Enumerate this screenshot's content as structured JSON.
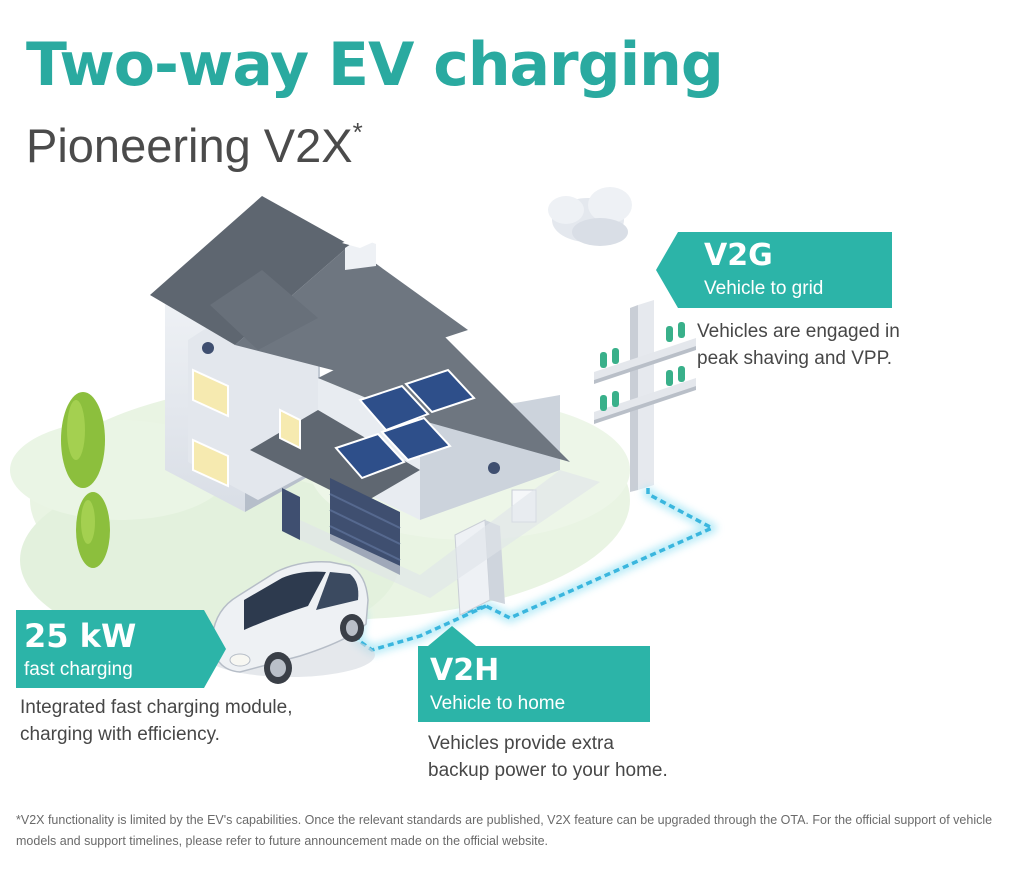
{
  "heading": {
    "title": "Two-way EV charging",
    "subtitle": "Pioneering V2X",
    "subtitle_mark": "*"
  },
  "v2g": {
    "label": "V2G",
    "sublabel": "Vehicle to grid",
    "description_line1": "Vehicles are engaged in",
    "description_line2": "peak shaving and VPP."
  },
  "fast_charging": {
    "label": "25 kW",
    "sublabel": "fast charging",
    "description_line1": "Integrated fast charging module,",
    "description_line2": "charging with efficiency."
  },
  "v2h": {
    "label": "V2H",
    "sublabel": "Vehicle to home",
    "description_line1": "Vehicles provide extra",
    "description_line2": "backup power to your home."
  },
  "footnote": "*V2X functionality is limited by the EV's capabilities. Once the relevant standards are published, V2X feature can be upgraded through the OTA. For the official support of vehicle models and support timelines, please refer to future announcement made on the official website.",
  "colors": {
    "accent": "#2aaaa0",
    "banner": "#2cb4a8",
    "cable": "#3ab6de"
  }
}
